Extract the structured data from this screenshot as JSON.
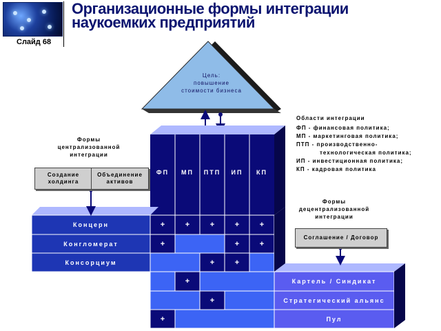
{
  "header": {
    "slide_label": "Слайд 68",
    "title_line1": "Организационные формы интеграции",
    "title_line2": "наукоемких предприятий"
  },
  "goal": {
    "line1": "Цель:",
    "line2": "повышение",
    "line3": "стоимости бизнеса"
  },
  "centralized": {
    "title_line1": "Формы",
    "title_line2": "централизованной",
    "title_line3": "интеграции",
    "option1_line1": "Создание",
    "option1_line2": "холдинга",
    "option2_line1": "Объединение",
    "option2_line2": "активов"
  },
  "decentralized": {
    "title_line1": "Формы",
    "title_line2": "децентрализованной",
    "title_line3": "интеграции",
    "option": "Соглашение / Договор"
  },
  "areas": {
    "title": "Области интеграции",
    "items": [
      "ФП - финансовая политика;",
      "МП - маркетинговая политика;",
      "ПТП - производственно-",
      "технологическая политика;",
      "ИП - инвестиционная политика;",
      "КП - кадровая политика"
    ]
  },
  "columns": [
    "ФП",
    "МП",
    "ПТП",
    "ИП",
    "КП"
  ],
  "left_rows": [
    "Концерн",
    "Конгломерат",
    "Консорциум"
  ],
  "right_rows": [
    "Картель / Синдикат",
    "Стратегический альянс",
    "Пул"
  ],
  "plus_symbol": "+",
  "matrix": [
    [
      1,
      1,
      1,
      1,
      1
    ],
    [
      1,
      0,
      0,
      1,
      1
    ],
    [
      0,
      0,
      1,
      1,
      0
    ],
    [
      0,
      1,
      0,
      0,
      0
    ],
    [
      0,
      0,
      1,
      0,
      0
    ],
    [
      1,
      0,
      0,
      0,
      0
    ]
  ],
  "colors": {
    "dark_navy": "#0a0a78",
    "mid_blue": "#3c64f5",
    "light_blue": "#4a86ff",
    "side_navy": "#06064a",
    "top_light": "#aeb8ff",
    "pyramid": "#8fbce8",
    "row_label_bg": "#1e36b4",
    "right_label_bg": "#5a5cf0"
  }
}
